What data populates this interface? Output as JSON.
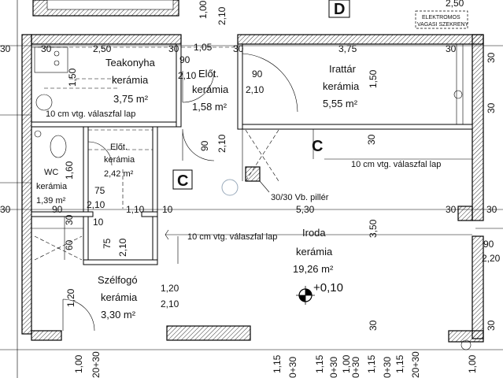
{
  "section_labels": [
    "D",
    "C",
    "C"
  ],
  "electrical_cabinet": [
    "ELEKTROMOS",
    "VAGASI SZEKRENY"
  ],
  "top_dims": [
    "2,50",
    "1,00",
    "2,10",
    "2,50",
    "1,05",
    "3,75",
    "30",
    "30",
    "30",
    "30",
    "30"
  ],
  "rooms": {
    "teakonyha": {
      "name": "Teakonyha",
      "floor": "kerámia",
      "area": "3,75 m²"
    },
    "eloter1": {
      "name": "Előt.",
      "floor": "kerámia",
      "area": "1,58 m²"
    },
    "irattar": {
      "name": "Irattár",
      "floor": "kerámia",
      "area": "5,55 m²"
    },
    "eloter2": {
      "name": "Előt.",
      "floor": "kerámia",
      "area": "2,42 m²"
    },
    "wc": {
      "name": "WC",
      "floor": "kerámia",
      "area": "1,39 m²"
    },
    "iroda": {
      "name": "Iroda",
      "floor": "kerámia",
      "area": "19,26 m²"
    },
    "szelfogo": {
      "name": "Szélfogó",
      "floor": "kerámia",
      "area": "3,30 m²"
    }
  },
  "notes": {
    "partition1": "10 cm vtg. válaszfal lap",
    "partition2": "10 cm vtg. válaszfal lap",
    "partition3": "10 cm vtg. válaszfal lap",
    "pillar": "30/30 Vb. pillér",
    "level": "+0,10"
  },
  "dims": {
    "d90a": "90",
    "d210a": "2,10",
    "d90b": "90",
    "d210b": "2,10",
    "d150a": "1,50",
    "d150b": "1,50",
    "d90c": "90",
    "d210c": "2,10",
    "d160": "1,60",
    "d75a": "75",
    "d30a": "30",
    "d90d": "90",
    "d210d": "2,10",
    "d110": "1,10",
    "d10a": "10",
    "d10b": "10",
    "d530": "5,30",
    "d60": "60",
    "d75b": "75",
    "d210e": "2,10",
    "d350": "3,50",
    "d120a": "1,20",
    "d120b": "1,20",
    "d210f": "2,10",
    "d90e": "90",
    "d220": "2,20",
    "d30r": "30",
    "d30s": "30",
    "d30t": "30",
    "d30u": "30",
    "d30v": "30",
    "d30w": "30",
    "d30x": "30",
    "d30y": "30"
  },
  "bottom_dims": [
    "1,00",
    "20+30",
    "1,15",
    "0+30",
    "1,15",
    "0+30",
    "1,00",
    "0+30",
    "1,15",
    "0+30",
    "1,15",
    "20+30",
    "1,00"
  ]
}
